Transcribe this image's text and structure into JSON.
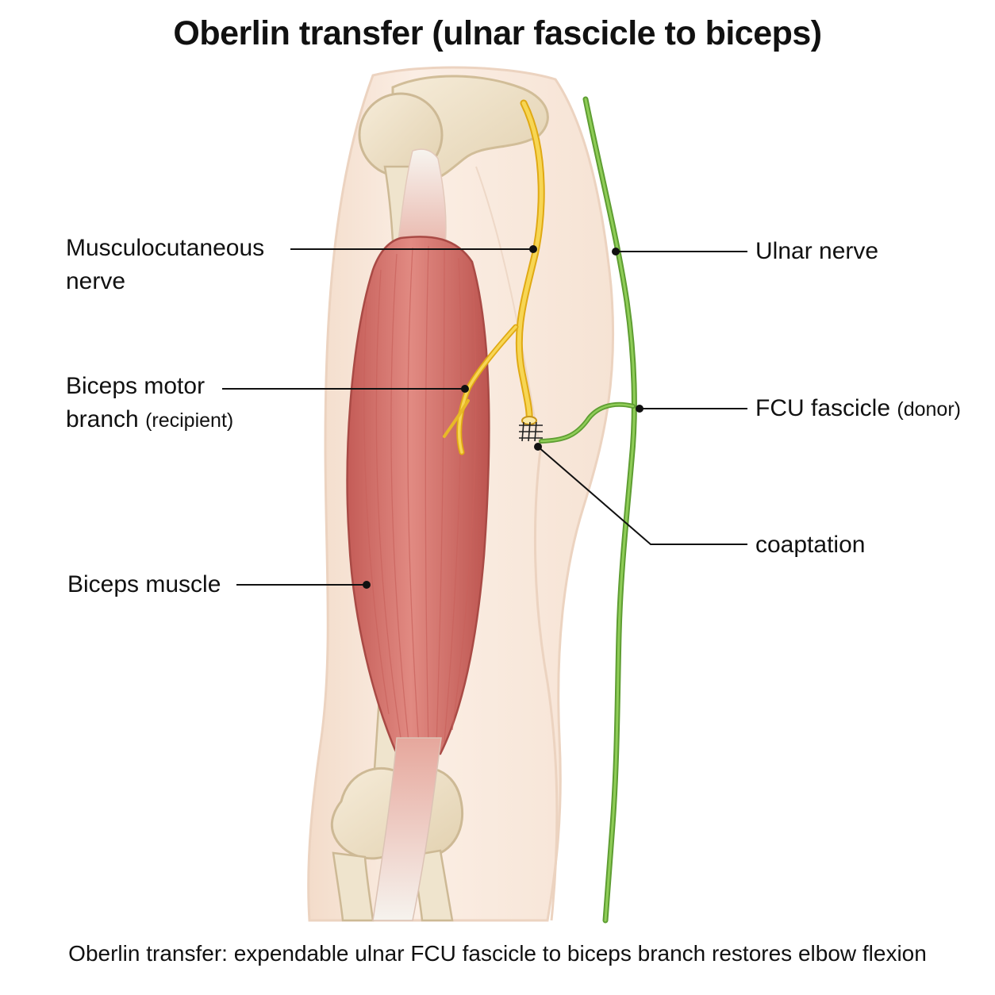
{
  "title": "Oberlin transfer (ulnar fascicle to biceps)",
  "labels": {
    "musculocutaneous_line1": "Musculocutaneous",
    "musculocutaneous_line2": "nerve",
    "biceps_motor_line1": "Biceps motor",
    "biceps_motor_line2_main": "branch",
    "biceps_motor_line2_note": "(recipient)",
    "biceps_muscle": "Biceps muscle",
    "ulnar_nerve": "Ulnar nerve",
    "fcu_main": "FCU fascicle",
    "fcu_note": "(donor)",
    "coaptation": "coaptation"
  },
  "caption": "Oberlin transfer: expendable ulnar FCU fascicle to biceps branch restores elbow flexion",
  "colors": {
    "skin": "#f8e6d8",
    "skin_outline": "#e9cdb9",
    "bone": "#efe2c8",
    "bone_outline": "#cdb995",
    "muscle": "#d9706a",
    "muscle_dark": "#b3504b",
    "tendon": "#f4f1ec",
    "musculocutaneous_nerve": "#f2c12e",
    "ulnar_nerve": "#7cbf46",
    "leader_line": "#111111"
  }
}
